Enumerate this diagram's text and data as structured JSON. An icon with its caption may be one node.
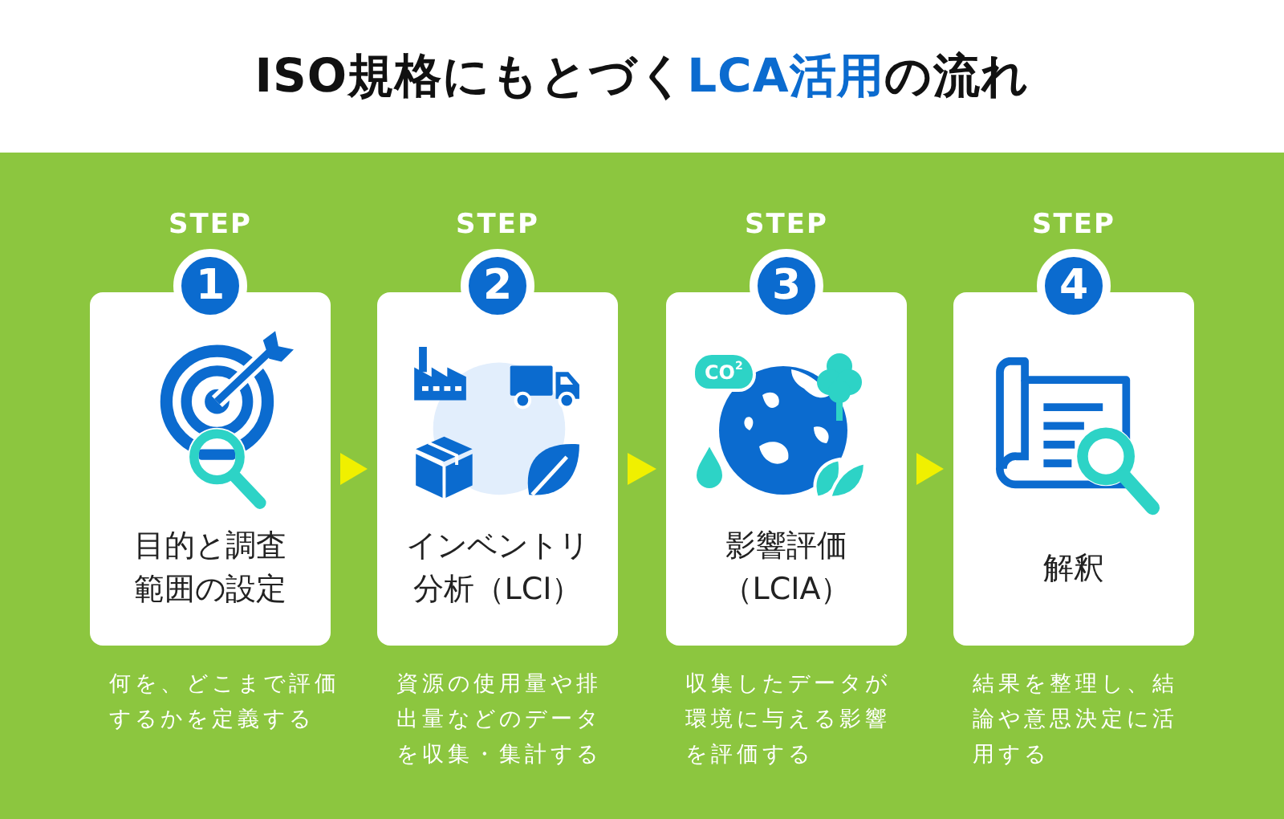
{
  "diagram": {
    "title": "ISO規格にもとづく**LCA活用**の流れ",
    "nodes": [
      {
        "text": [
          "STEP",
          "1",
          "目的と調査範囲の設定"
        ],
        "beside": [
          "何を、どこまで評価するかを定義する"
        ]
      },
      {
        "text": [
          "STEP",
          "2",
          "インベントリ分析（LCI）"
        ],
        "beside": [
          "資源の使用量や排出量などのデータを収集・集計する"
        ]
      },
      {
        "text": [
          "STEP",
          "3",
          "影響評価（LCIA）"
        ],
        "beside": [
          "収集したデータが環境に与える影響を評価する"
        ]
      },
      {
        "text": [
          "STEP",
          "4",
          "解釈"
        ],
        "beside": [
          "結果を整理し、結論や意思決定に活用する"
        ]
      }
    ],
    "edges": [
      {
        "from": 0,
        "to": 1,
        "arrow": "to"
      },
      {
        "from": 1,
        "to": 2,
        "arrow": "to"
      },
      {
        "from": 2,
        "to": 3,
        "arrow": "to"
      }
    ],
    "labels": [
      "CO$^{2}$"
    ]
  }
}
